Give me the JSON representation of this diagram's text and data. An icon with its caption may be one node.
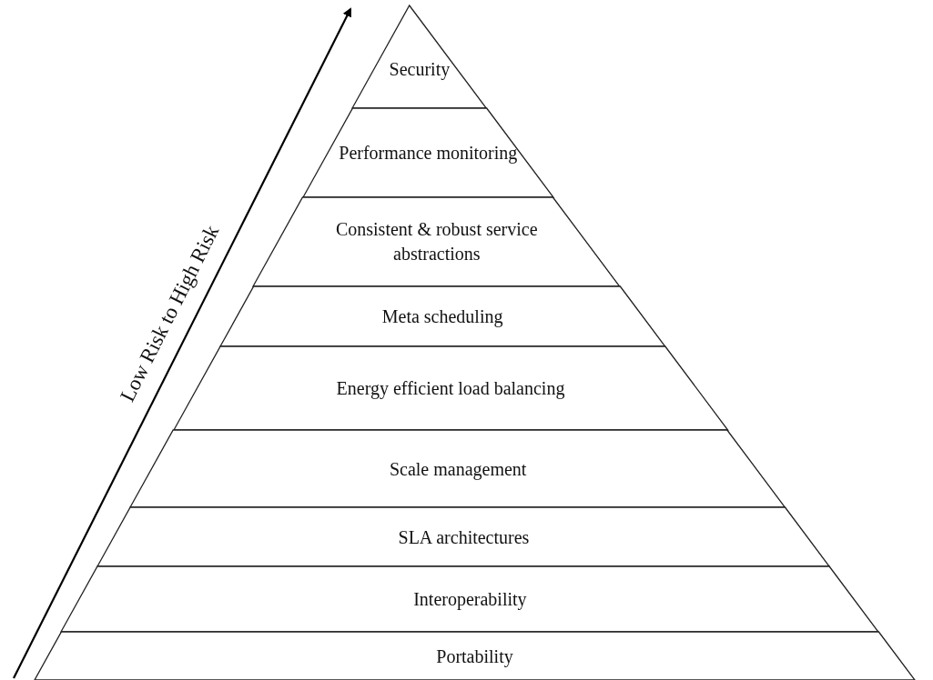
{
  "diagram": {
    "nodes": [
      {
        "text": [
          "Security"
        ]
      },
      {
        "text": [
          "Performance monitoring"
        ]
      },
      {
        "text": [
          "Consistent & robust service abstractions"
        ]
      },
      {
        "text": [
          "Meta scheduling"
        ]
      },
      {
        "text": [
          "Energy efficient load balancing"
        ]
      },
      {
        "text": [
          "Scale management"
        ]
      },
      {
        "text": [
          "SLA architectures"
        ]
      },
      {
        "text": [
          "Interoperability"
        ]
      },
      {
        "text": [
          "Portability"
        ]
      }
    ],
    "labels": [
      "Low Risk to High Risk"
    ]
  }
}
